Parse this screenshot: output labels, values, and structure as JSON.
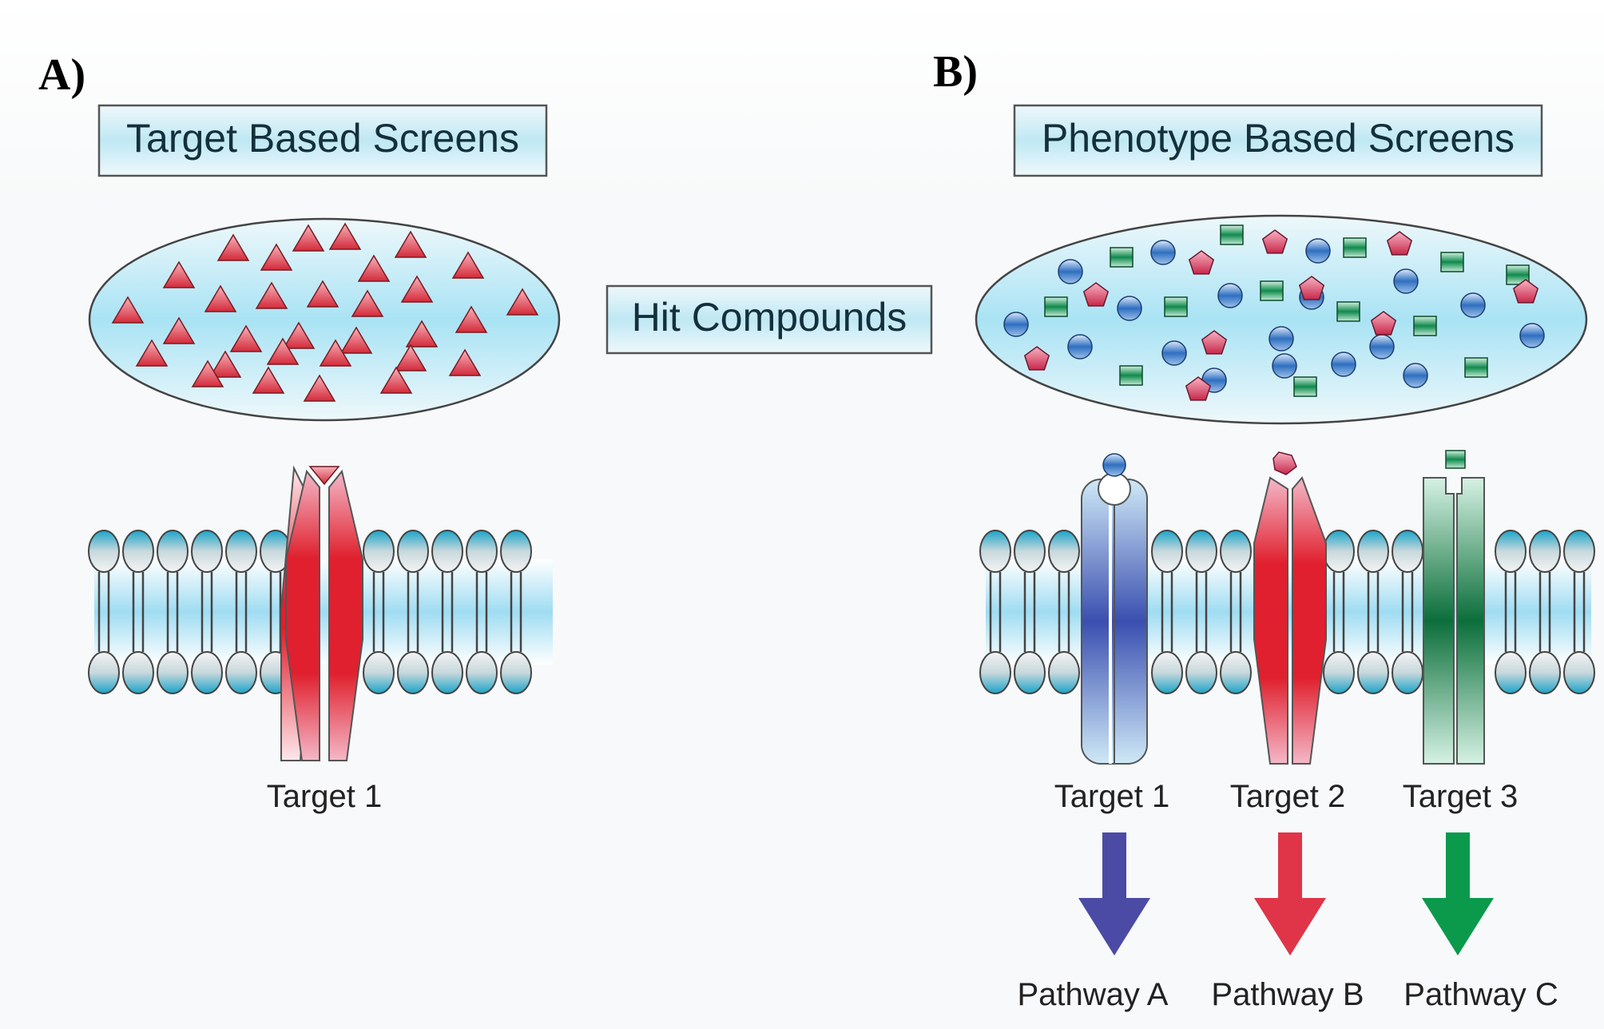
{
  "panel_a": {
    "letter": "A)",
    "title": "Target Based Screens",
    "target_label": "Target 1"
  },
  "center_label": "Hit Compounds",
  "panel_b": {
    "letter": "B)",
    "title": "Phenotype Based Screens",
    "targets": [
      {
        "label": "Target 1",
        "pathway": "Pathway A",
        "color": "#4b4ba6"
      },
      {
        "label": "Target 2",
        "pathway": "Pathway B",
        "color": "#e03448"
      },
      {
        "label": "Target 3",
        "pathway": "Pathway C",
        "color": "#0b9a4c"
      }
    ]
  },
  "colors": {
    "box_fill": "#d8eef4",
    "ellipse_center": "#aee3f2",
    "triangle": "#e0404c",
    "pentagon": "#d83b5a",
    "sphere": "#2e6fc0",
    "cube": "#12985a",
    "receptor_red": "#e0202e",
    "receptor_blue": "#3a5fb8",
    "receptor_green": "#0e7a40"
  }
}
